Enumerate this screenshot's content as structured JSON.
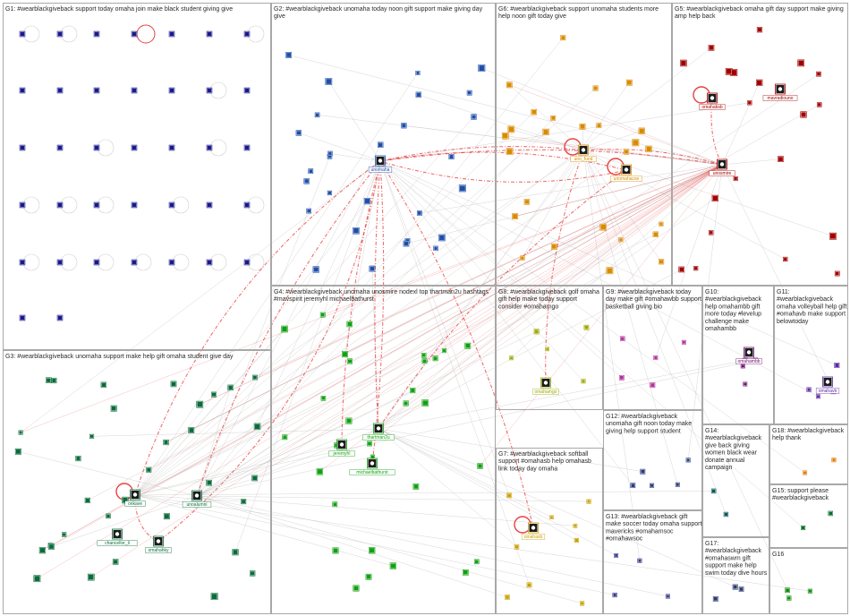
{
  "graph": {
    "colors": {
      "background": "#ffffff",
      "panel_border": "#a8a8a8",
      "edge_gray": "#c4c4c4",
      "edge_red": "#e84040",
      "label_text": "#2a2a2a"
    },
    "groups": [
      {
        "id": "G1",
        "label_lines": [
          "G1: #wearblackgiveback support today omaha join make black student giving give"
        ],
        "color": "#1a1a8c"
      },
      {
        "id": "G2",
        "label_lines": [
          "G2: #wearblackgiveback unomaha today noon gift support make giving day",
          "give"
        ],
        "color": "#1f4ea8"
      },
      {
        "id": "G6",
        "label_lines": [
          "G6: #wearblackgiveback support unomaha students more",
          "help noon gift today give"
        ],
        "color": "#d98a00"
      },
      {
        "id": "G5",
        "label_lines": [
          "G5: #wearblackgiveback omaha gift day support make giving",
          "amp help back"
        ],
        "color": "#a10000"
      },
      {
        "id": "G3",
        "label_lines": [
          "G3: #wearblackgiveback unomaha support make help gift omaha student give day"
        ],
        "color": "#0b6b3a"
      },
      {
        "id": "G4",
        "label_lines": [
          "G4: #wearblackgiveback unomaha unosmire nodexl top thartman2u hashtags",
          "#mavspirit jeremyhl michaelbathurst"
        ],
        "color": "#11a011"
      },
      {
        "id": "G8",
        "label_lines": [
          "G8: #wearblackgiveback golf omaha",
          "gift help make today support",
          "consider #omahamgo"
        ],
        "color": "#9aa800"
      },
      {
        "id": "G9",
        "label_lines": [
          "G9: #wearblackgiveback today",
          "day make gift #omahawbb support",
          "basketball giving bio"
        ],
        "color": "#b0309a"
      },
      {
        "id": "G10",
        "label_lines": [
          "G10:",
          "#wearblackgiveback",
          "help omahambb gift",
          "more today #levelup",
          "challenge make",
          "omahambb"
        ],
        "color": "#6a0a6a"
      },
      {
        "id": "G11",
        "label_lines": [
          "G11:",
          "#wearblackgiveback",
          "omaha volleyball help gift",
          "#omahavb make support",
          "belowtoday"
        ],
        "color": "#5a2aa0"
      },
      {
        "id": "G12",
        "label_lines": [
          "G12: #wearblackgiveback",
          "unomaha gift noon today make",
          "giving help support student"
        ],
        "color": "#2a3a7a"
      },
      {
        "id": "G7",
        "label_lines": [
          "G7: #wearblackgiveback softball",
          "support #omahasb help omahasb",
          "link today day omaha"
        ],
        "color": "#c8a000"
      },
      {
        "id": "G14",
        "label_lines": [
          "G14:",
          "#wearblackgiveback",
          "give back giving",
          "women black wear",
          "donate annual",
          "campaign"
        ],
        "color": "#0a5a5a"
      },
      {
        "id": "G18",
        "label_lines": [
          "G18: #wearblackgiveback",
          "help thank"
        ],
        "color": "#e07a00"
      },
      {
        "id": "G13",
        "label_lines": [
          "G13: #wearblackgiveback gift",
          "make soccer today omaha support",
          "mavericks #omahamsoc",
          "#omahawsoc"
        ],
        "color": "#3a3a8a"
      },
      {
        "id": "G15",
        "label_lines": [
          "G15: support please",
          "#wearblackgiveback"
        ],
        "color": "#0a6a2a"
      },
      {
        "id": "G17",
        "label_lines": [
          "G17:",
          "#wearblackgiveback",
          "#omahaswm gift",
          "support make help",
          "swim today dive hours"
        ],
        "color": "#2a3a6a"
      },
      {
        "id": "G16",
        "label_lines": [
          "G16"
        ],
        "color": "#0a8a0a"
      }
    ],
    "labeled_nodes": [
      {
        "name": "unomaha",
        "group": "G2"
      },
      {
        "name": "mavradiouno",
        "group": "G5"
      },
      {
        "name": "omahabsb",
        "group": "G5"
      },
      {
        "name": "uno_fund",
        "group": "G6"
      },
      {
        "name": "unomahacse",
        "group": "G6"
      },
      {
        "name": "unosmire",
        "group": "G5"
      },
      {
        "name": "jeremyhl",
        "group": "G4"
      },
      {
        "name": "thartman2u",
        "group": "G4"
      },
      {
        "name": "michaelbathurst",
        "group": "G4"
      },
      {
        "name": "omahamgo",
        "group": "G8"
      },
      {
        "name": "omahambb",
        "group": "G10"
      },
      {
        "name": "omahavb",
        "group": "G11"
      },
      {
        "name": "omahasb",
        "group": "G7"
      },
      {
        "name": "onkave",
        "group": "G3"
      },
      {
        "name": "unoalumni",
        "group": "G3"
      },
      {
        "name": "chancellor_li",
        "group": "G3"
      },
      {
        "name": "omahahky",
        "group": "G3"
      }
    ]
  }
}
